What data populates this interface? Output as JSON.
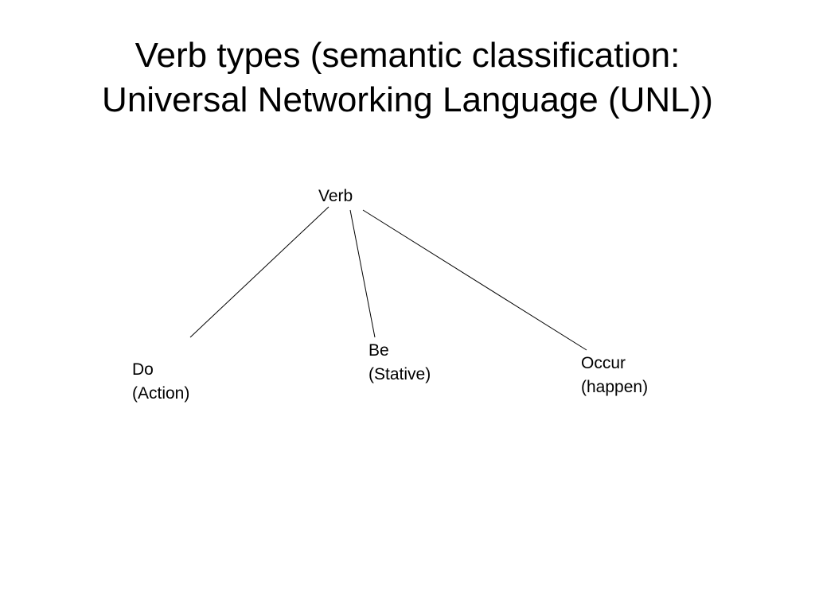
{
  "title": {
    "line1": "Verb types (semantic classification:",
    "line2": "Universal Networking Language (UNL))"
  },
  "tree": {
    "root": "Verb",
    "children": [
      {
        "line1": "Do",
        "line2": "(Action)"
      },
      {
        "line1": "Be",
        "line2": "(Stative)"
      },
      {
        "line1": "Occur",
        "line2": "(happen)"
      }
    ]
  },
  "colors": {
    "text": "#000000",
    "edge": "#000000",
    "background": "#ffffff"
  }
}
